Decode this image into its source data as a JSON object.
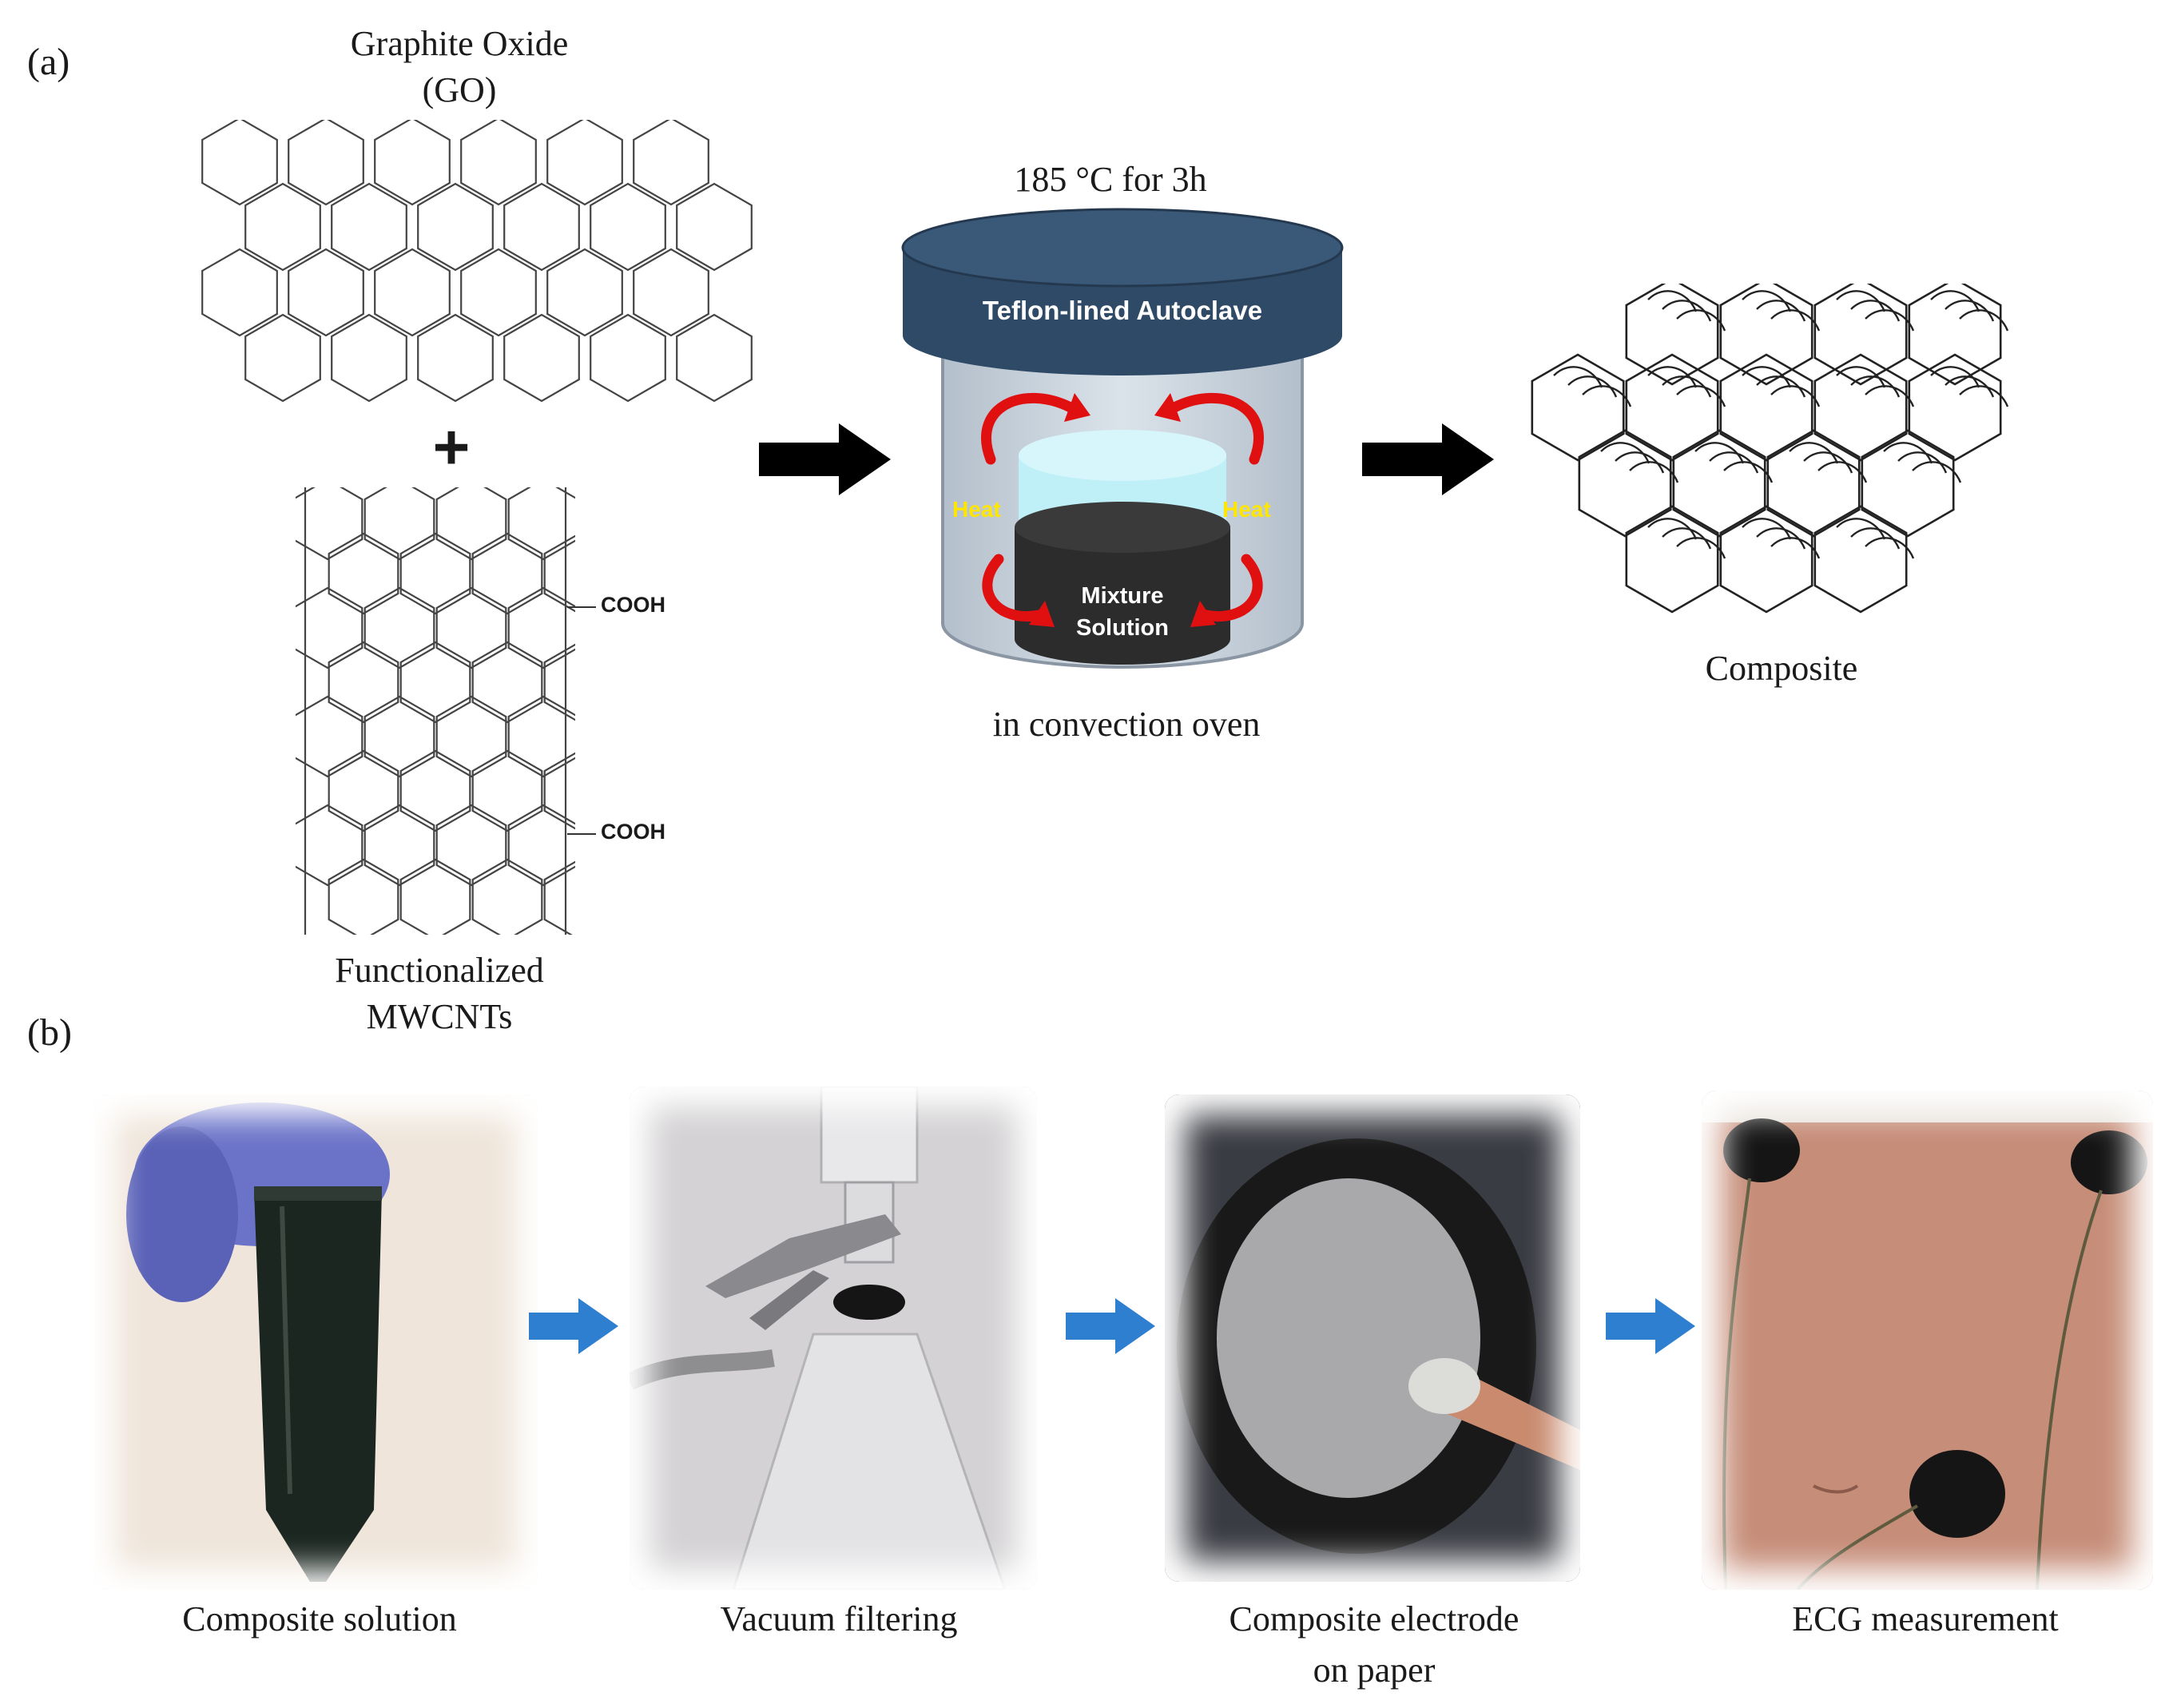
{
  "panel_a": {
    "label": "(a)",
    "go_title_line1": "Graphite Oxide",
    "go_title_line2": "(GO)",
    "plus": "+",
    "cooh_1": "COOH",
    "cooh_2": "COOH",
    "mwcnt_line1": "Functionalized",
    "mwcnt_line2": "MWCNTs",
    "condition": "185 °C for 3h",
    "autoclave_label": "Teflon-lined Autoclave",
    "heat_left": "Heat",
    "heat_right": "Heat",
    "mixture_line1": "Mixture",
    "mixture_line2": "Solution",
    "oven_label": "in convection oven",
    "composite_label": "Composite"
  },
  "panel_b": {
    "label": "(b)",
    "steps": [
      {
        "caption_line1": "Composite solution",
        "caption_line2": ""
      },
      {
        "caption_line1": "Vacuum filtering",
        "caption_line2": ""
      },
      {
        "caption_line1": "Composite electrode",
        "caption_line2": "on paper"
      },
      {
        "caption_line1": "ECG measurement",
        "caption_line2": ""
      }
    ]
  },
  "colors": {
    "autoclave_lid": "#2f4a66",
    "arrow_blue": "#2f7fd0",
    "heat_text": "#ffe600",
    "heat_arrow": "#e01010",
    "liquid_top": "#bff0f7"
  }
}
